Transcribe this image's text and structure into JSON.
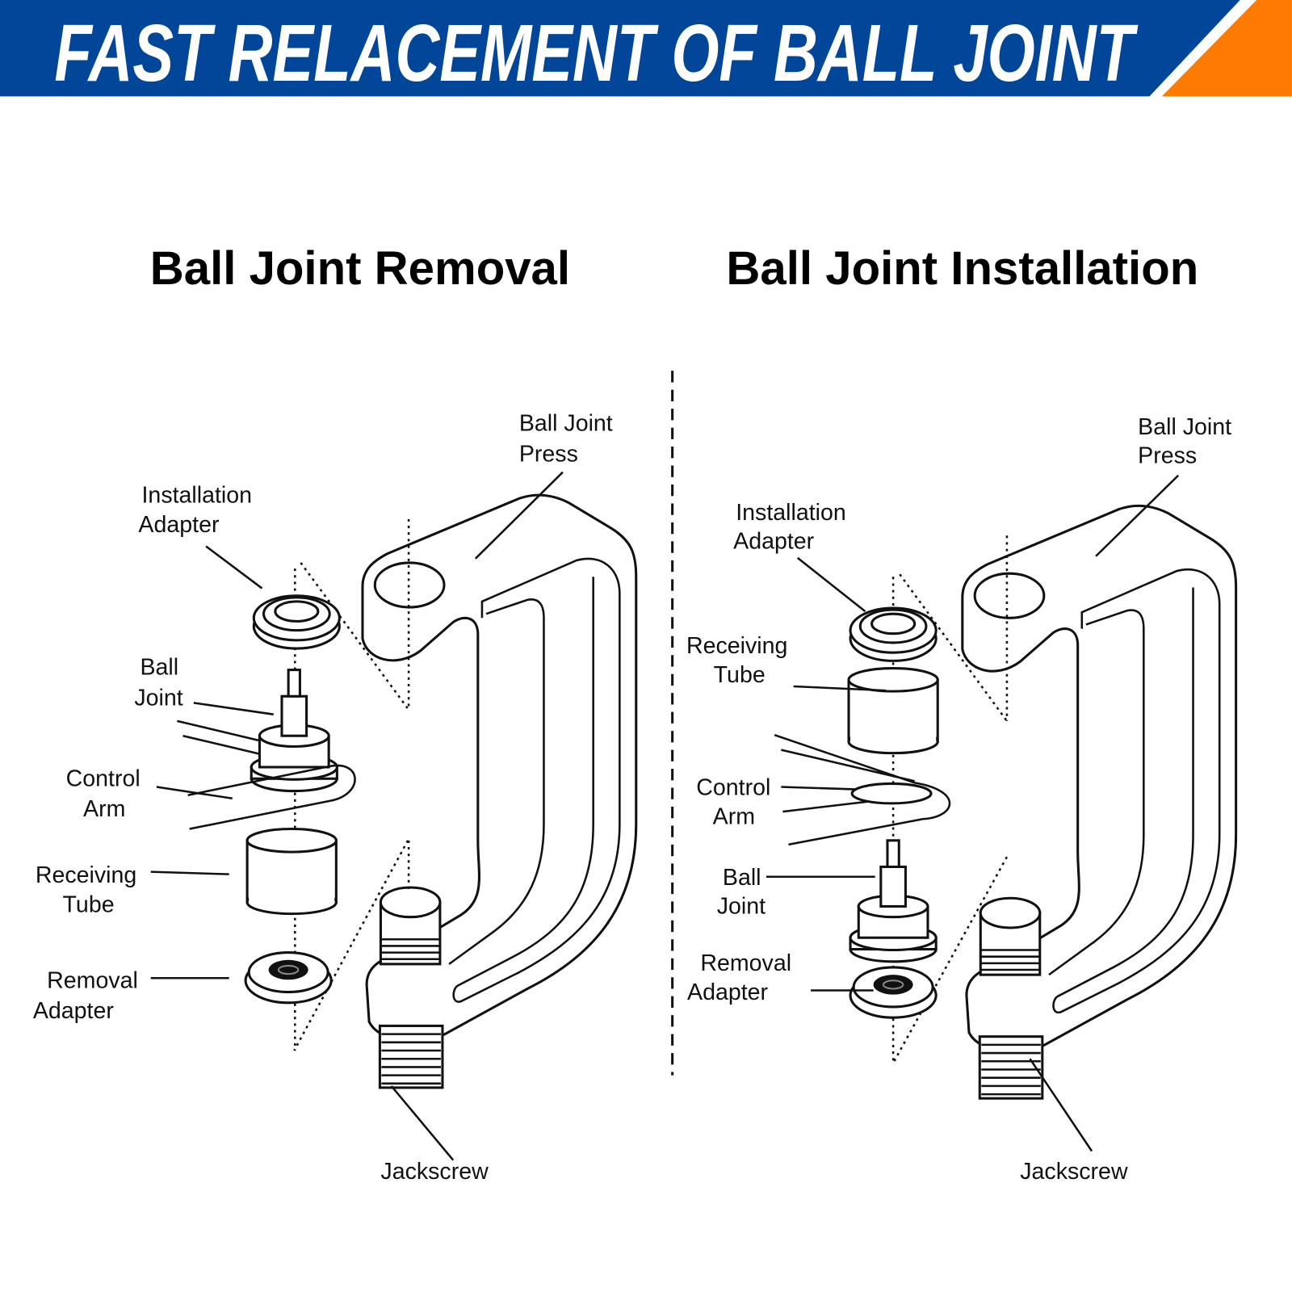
{
  "header": {
    "title": "FAST RELACEMENT OF BALL JOINT",
    "colors": {
      "blue": "#02469A",
      "orange": "#FF7A00"
    }
  },
  "removal": {
    "title": "Ball Joint Removal",
    "labels": {
      "press": [
        "Ball Joint",
        "Press"
      ],
      "installation_adapter": [
        "Installation",
        "Adapter"
      ],
      "ball_joint": [
        "Ball",
        "Joint"
      ],
      "control_arm": [
        "Control",
        "Arm"
      ],
      "receiving_tube": [
        "Receiving",
        "Tube"
      ],
      "removal_adapter": [
        "Removal",
        "Adapter"
      ],
      "jackscrew": "Jackscrew"
    }
  },
  "installation": {
    "title": "Ball Joint Installation",
    "labels": {
      "press": [
        "Ball Joint",
        "Press"
      ],
      "installation_adapter": [
        "Installation",
        "Adapter"
      ],
      "receiving_tube": [
        "Receiving",
        "Tube"
      ],
      "control_arm": [
        "Control",
        "Arm"
      ],
      "ball_joint": [
        "Ball",
        "Joint"
      ],
      "removal_adapter": [
        "Removal",
        "Adapter"
      ],
      "jackscrew": "Jackscrew"
    }
  }
}
